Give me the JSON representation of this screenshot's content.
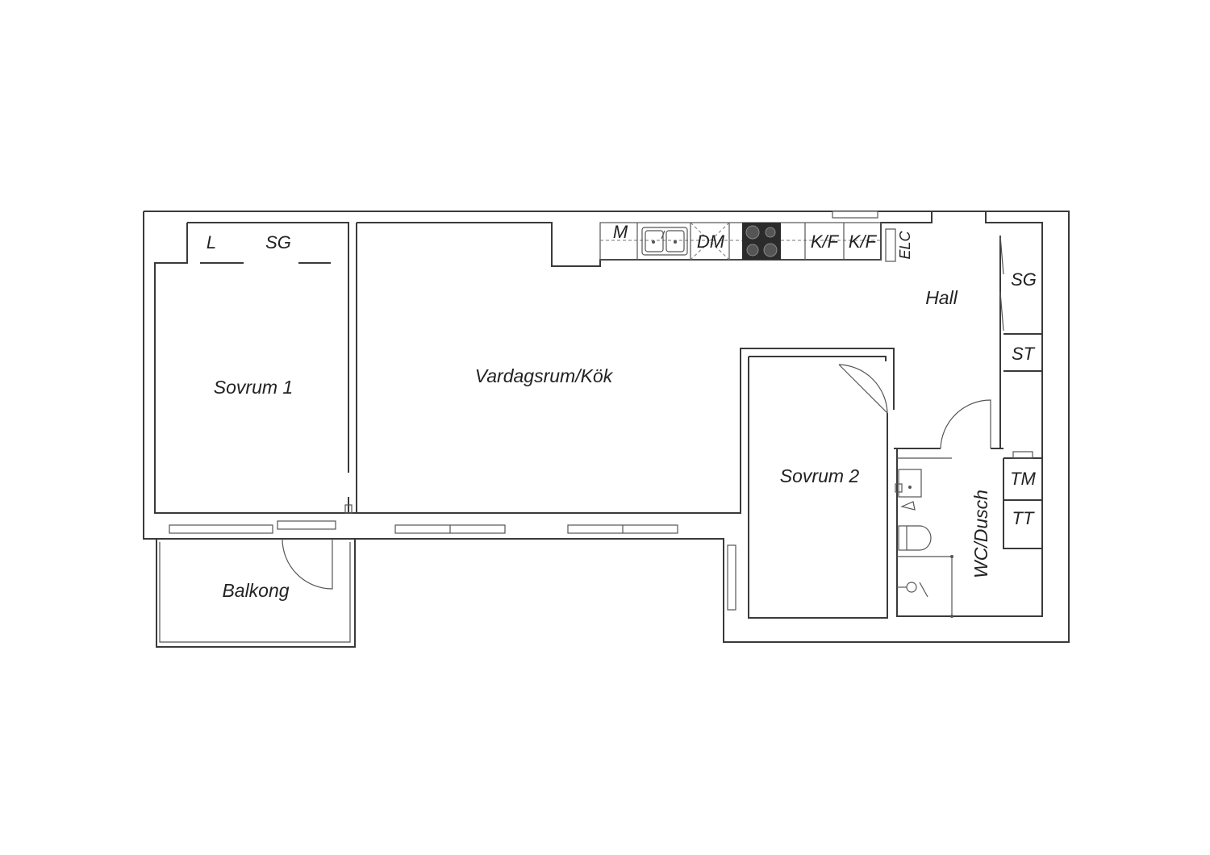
{
  "rooms": {
    "bedroom1": "Sovrum 1",
    "living_kitchen": "Vardagsrum/Kök",
    "bedroom2": "Sovrum 2",
    "balcony": "Balkong",
    "hall": "Hall",
    "bathroom": "WC/Dusch"
  },
  "fixtures": {
    "linen_closet": "L",
    "wardrobe_bedroom1": "SG",
    "microwave": "M",
    "dishwasher": "DM",
    "fridge_freezer_1": "K/F",
    "fridge_freezer_2": "K/F",
    "electrical_cabinet": "ELC",
    "wardrobe_hall": "SG",
    "storage": "ST",
    "washing_machine": "TM",
    "tumble_dryer": "TT"
  },
  "colors": {
    "walls": "#3a3a3a",
    "stove_top": "#2b2b2b"
  }
}
